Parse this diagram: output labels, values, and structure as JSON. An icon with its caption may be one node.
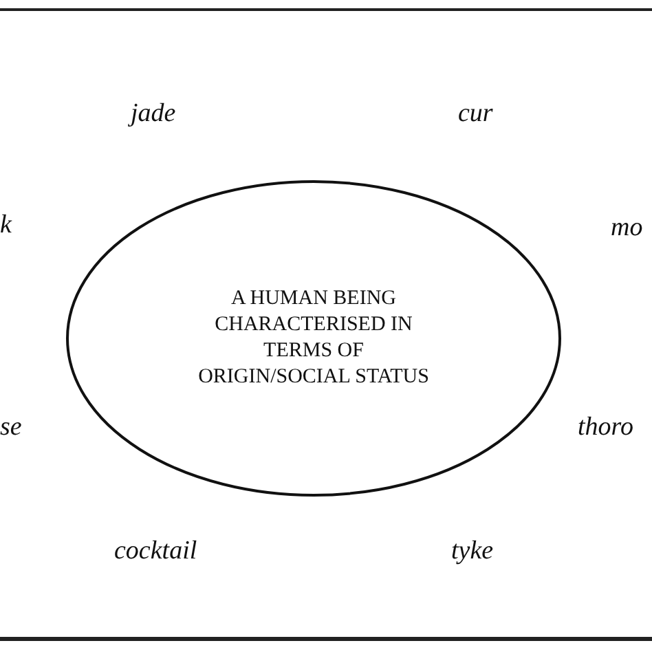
{
  "diagram": {
    "nodes": [
      {
        "text": [
          "A HUMAN BEING CHARACTERISED IN TERMS OF ORIGIN/SOCIAL STATUS"
        ]
      }
    ],
    "labels": [
      "jade",
      "cur",
      "k",
      "mo",
      "se",
      "thoro",
      "cocktail",
      "tyke"
    ]
  }
}
